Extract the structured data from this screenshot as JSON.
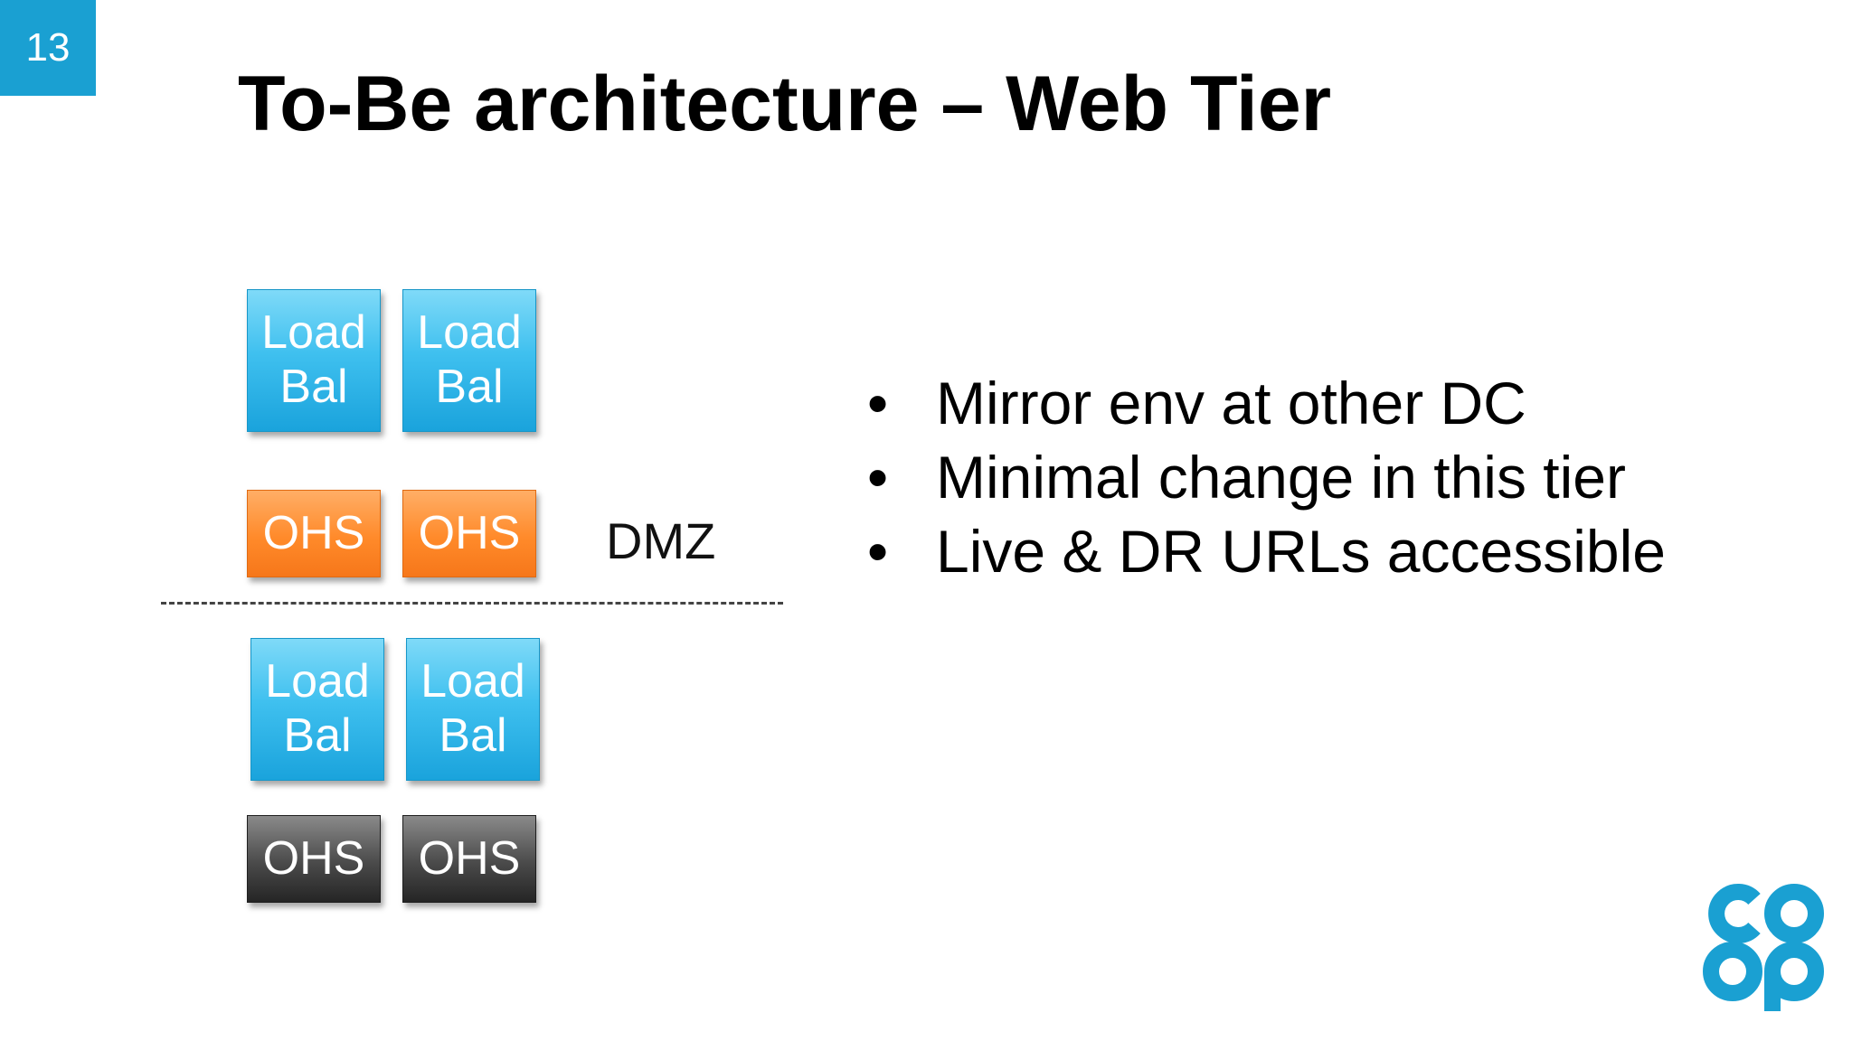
{
  "slide": {
    "number": "13",
    "title": "To-Be architecture – Web Tier"
  },
  "diagram": {
    "upper": {
      "load_balancers": [
        {
          "line1": "Load",
          "line2": "Bal"
        },
        {
          "line1": "Load",
          "line2": "Bal"
        }
      ],
      "ohs": [
        "OHS",
        "OHS"
      ],
      "zone_label": "DMZ"
    },
    "lower": {
      "load_balancers": [
        {
          "line1": "Load",
          "line2": "Bal"
        },
        {
          "line1": "Load",
          "line2": "Bal"
        }
      ],
      "ohs": [
        "OHS",
        "OHS"
      ]
    }
  },
  "bullets": [
    "Mirror env at other DC",
    "Minimal change in this tier",
    "Live & DR URLs accessible"
  ],
  "bullet_glyph": "•",
  "logo": {
    "text": "co op",
    "color": "#1aa0d2"
  },
  "colors": {
    "accent": "#1aa0d2",
    "load_balancer": "#3fc0ef",
    "ohs_dmz": "#ff8a2a",
    "ohs_internal": "#4a4a4a"
  }
}
